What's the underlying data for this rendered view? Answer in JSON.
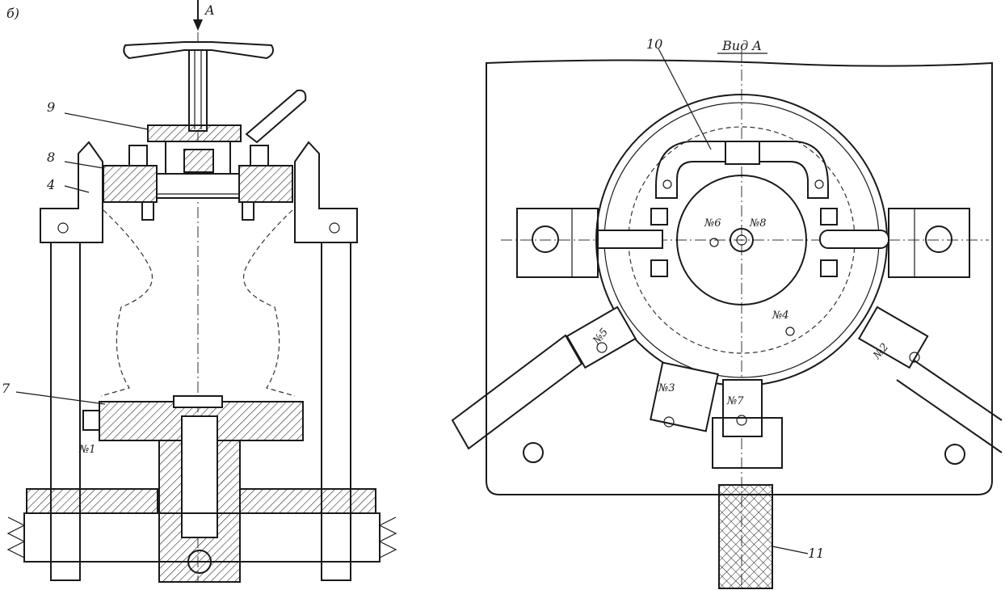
{
  "left_view": {
    "sheet_label": "б)",
    "arrow_label": "A",
    "callouts": {
      "c9": "9",
      "c8": "8",
      "c4": "4",
      "c7": "7"
    },
    "station": "№1"
  },
  "right_view": {
    "title": "Вид A",
    "callouts": {
      "c10": "10",
      "c11": "11"
    },
    "stations": {
      "s2": "№2",
      "s3": "№3",
      "s4": "№4",
      "s5": "№5",
      "s6": "№6",
      "s7": "№7",
      "s8": "№8"
    }
  },
  "icons": {
    "handle": "t-handle-icon",
    "lever": "lever-icon",
    "screw": "screw-icon"
  }
}
